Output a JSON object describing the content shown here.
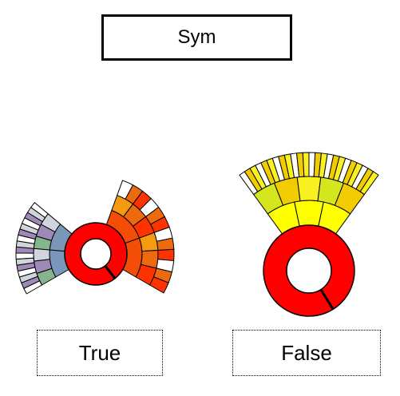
{
  "title": "Sym",
  "panels": [
    {
      "label": "True",
      "symmetric": true,
      "center_color": "#ff0000",
      "right_fan_colors": [
        "#f44d08",
        "#f49b12",
        "#ee6a10",
        "#ff3300"
      ],
      "left_fan_colors": [
        "#7a96b8",
        "#85b58c",
        "#9f89b8",
        "#d0d4dc"
      ]
    },
    {
      "label": "False",
      "symmetric": false,
      "center_color": "#ff0000",
      "fan_colors": [
        "#ffff00",
        "#d4e61e",
        "#f0cc00",
        "#f8f020"
      ]
    }
  ]
}
